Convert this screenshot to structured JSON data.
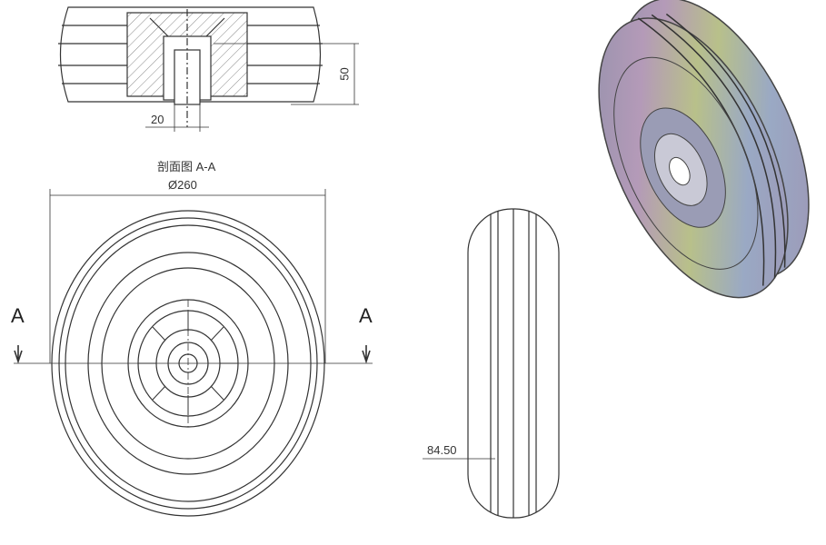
{
  "section_view": {
    "title": "剖面图 A-A",
    "dim_width": "20",
    "dim_height": "50"
  },
  "front_view": {
    "dim_diameter": "Ø260",
    "section_mark_left": "A",
    "section_mark_right": "A"
  },
  "side_view": {
    "dim_width": "84.50"
  },
  "colors": {
    "line": "#333333",
    "hatch": "#777777"
  }
}
